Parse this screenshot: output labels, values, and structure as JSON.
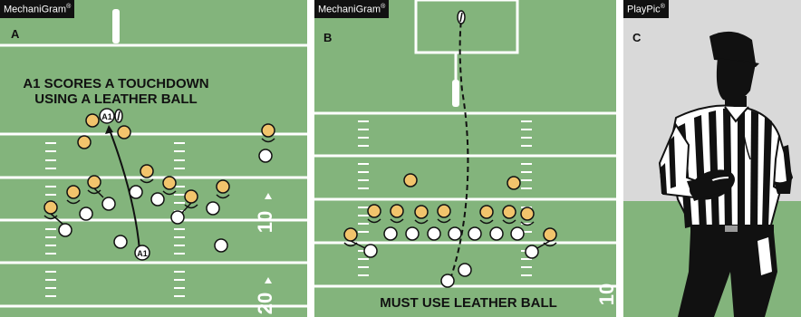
{
  "panels": [
    {
      "brand": "MechaniGram",
      "mark": "®",
      "letter": "A",
      "caption_line1": "A1 SCORES A TOUCHDOWN",
      "caption_line2": "USING A LEATHER BALL",
      "player_label": "A1",
      "yard_numbers": [
        "10",
        "20"
      ]
    },
    {
      "brand": "MechaniGram",
      "mark": "®",
      "letter": "B",
      "caption": "MUST USE LEATHER BALL",
      "yard_numbers": [
        "10"
      ]
    },
    {
      "brand": "PlayPic",
      "mark": "®",
      "letter": "C"
    }
  ],
  "colors": {
    "field": "#83b47c",
    "line": "#ffffff",
    "team_a": "#f2c46c",
    "team_b": "#ffffff",
    "outline": "#111111",
    "photo_bg": "#d9d9d9",
    "photo_ground": "#83b47c"
  }
}
